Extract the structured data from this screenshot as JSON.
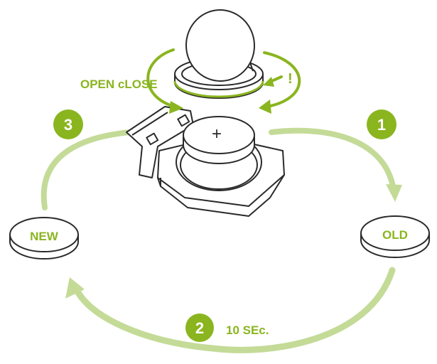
{
  "labels": {
    "open_close": "OPEN cLOSE",
    "exclaim": "!",
    "new": "NEW",
    "old": "OLD",
    "duration": "10 SEc."
  },
  "steps": [
    "1",
    "2",
    "3"
  ],
  "colors": {
    "accent": "#8ab51f",
    "arrow_light": "#c4db98",
    "outline": "#2a2a2a",
    "badge_text": "#ffffff"
  }
}
